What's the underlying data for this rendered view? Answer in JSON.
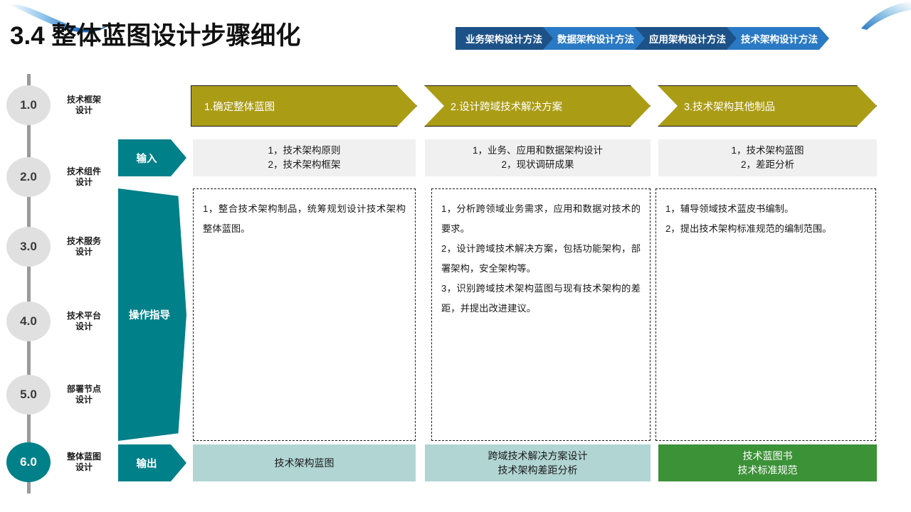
{
  "header": {
    "title": "3.4 整体蓝图设计步骤细化",
    "breadcrumb": [
      {
        "label": "业务架构设计方法",
        "color": "#1d5288",
        "active": false
      },
      {
        "label": "数据架构设计方法",
        "color": "#2a79c4",
        "active": false
      },
      {
        "label": "应用架构设计方法",
        "color": "#1d5288",
        "active": false
      },
      {
        "label": "技术架构设计方法",
        "color": "#2a79c4",
        "active": true
      }
    ]
  },
  "sidebar": {
    "steps": [
      {
        "num": "1.0",
        "label": "技术框架\n设计",
        "active": false
      },
      {
        "num": "2.0",
        "label": "技术组件\n设计",
        "active": false
      },
      {
        "num": "3.0",
        "label": "技术服务\n设计",
        "active": false
      },
      {
        "num": "4.0",
        "label": "技术平台\n设计",
        "active": false
      },
      {
        "num": "5.0",
        "label": "部署节点\n设计",
        "active": false
      },
      {
        "num": "6.0",
        "label": "整体蓝图\n设计",
        "active": true
      }
    ]
  },
  "row_labels": {
    "input": "输入",
    "guide": "操作指导",
    "output": "输出"
  },
  "phases": [
    {
      "title": "1.确定整体蓝图"
    },
    {
      "title": "2.设计跨域技术解决方案"
    },
    {
      "title": "3.技术架构其他制品"
    }
  ],
  "inputs": [
    {
      "line1": "1，技术架构原则",
      "line2": "2，技术架构框架"
    },
    {
      "line1": "1，业务、应用和数据架构设计",
      "line2": "2，现状调研成果"
    },
    {
      "line1": "1，技术架构蓝图",
      "line2": "2，差距分析"
    }
  ],
  "guides": [
    {
      "text": "1，整合技术架构制品，统筹规划设计技术架构整体蓝图。"
    },
    {
      "text": "1，分析跨领域业务需求，应用和数据对技术的要求。\n2，设计跨域技术解决方案，包括功能架构，部署架构，安全架构等。\n3，识别跨域技术架构蓝图与现有技术架构的差距，并提出改进建议。"
    },
    {
      "text": "1，辅导领域技术蓝皮书编制。\n2，提出技术架构标准规范的编制范围。"
    }
  ],
  "outputs": [
    {
      "line1": "技术架构蓝图",
      "line2": "",
      "color": "#b0d5d3"
    },
    {
      "line1": "跨域技术解决方案设计",
      "line2": "技术架构差距分析",
      "color": "#b0d5d3"
    },
    {
      "line1": "技术蓝图书",
      "line2": "技术标准规范",
      "color": "#3c9237"
    }
  ],
  "colors": {
    "teal": "#008089",
    "gold": "#ab9c16",
    "green": "#3c9237",
    "light_teal": "#b0d5d3",
    "navy": "#1d5288",
    "blue": "#2a79c4"
  }
}
